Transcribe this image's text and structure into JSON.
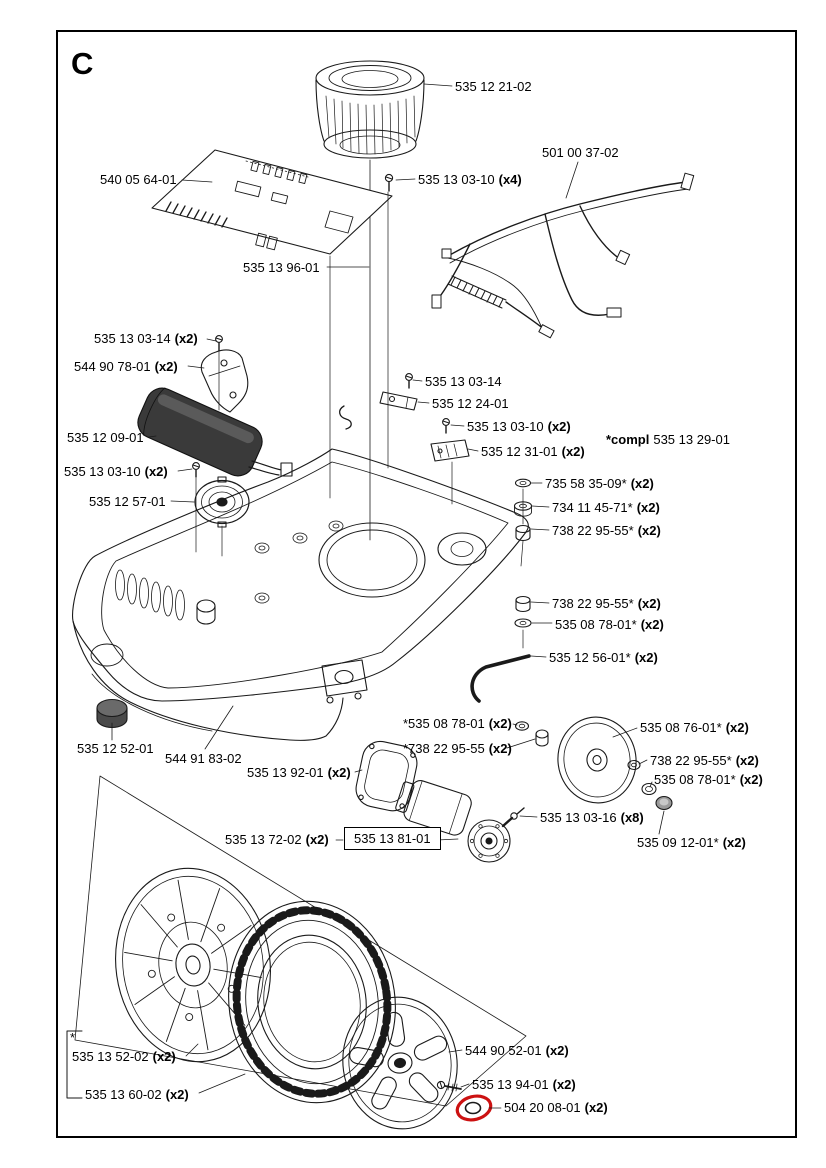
{
  "page": {
    "section_letter": "C"
  },
  "annotation": {
    "color": "#cc1111"
  },
  "labels": [
    {
      "part": "535 12 21-02"
    },
    {
      "part": "540 05 64-01"
    },
    {
      "part": "535 13 03-10",
      "qty": "(x4)"
    },
    {
      "part": "501 00 37-02"
    },
    {
      "part": "535 13 96-01"
    },
    {
      "part": "535 13 03-14",
      "qty": "(x2)"
    },
    {
      "part": "544 90 78-01",
      "qty": "(x2)"
    },
    {
      "part": "535 12 09-01"
    },
    {
      "part": "535 13 03-10",
      "qty": "(x2)"
    },
    {
      "part": "535 12 57-01"
    },
    {
      "part": "535 13 03-14"
    },
    {
      "part": "535 12 24-01"
    },
    {
      "part": "535 13 03-10",
      "qty": "(x2)"
    },
    {
      "part": "535 12 31-01",
      "qty": "(x2)"
    },
    {
      "pre": "*compl",
      "part": "535 13 29-01"
    },
    {
      "part": "735 58 35-09*",
      "qty": "(x2)"
    },
    {
      "part": "734 11 45-71*",
      "qty": "(x2)"
    },
    {
      "part": "738 22 95-55*",
      "qty": "(x2)"
    },
    {
      "part": "738 22 95-55*",
      "qty": "(x2)"
    },
    {
      "part": "535 08 78-01*",
      "qty": "(x2)"
    },
    {
      "part": "535 12 56-01*",
      "qty": "(x2)"
    },
    {
      "part": "*535 08 78-01",
      "qty": "(x2)"
    },
    {
      "part": "*738 22 95-55",
      "qty": "(x2)"
    },
    {
      "part": "535 08 76-01*",
      "qty": "(x2)"
    },
    {
      "part": "738 22 95-55*",
      "qty": "(x2)"
    },
    {
      "part": "535 08 78-01*",
      "qty": "(x2)"
    },
    {
      "part": "535 09 12-01*",
      "qty": "(x2)"
    },
    {
      "part": "535 12 52-01"
    },
    {
      "part": "544 91 83-02"
    },
    {
      "part": "535 13 92-01",
      "qty": "(x2)"
    },
    {
      "part": "535 13 72-02",
      "qty": "(x2)"
    },
    {
      "part": "535 13 81-01"
    },
    {
      "part": "535 13 03-16",
      "qty": "(x8)"
    },
    {
      "part": "535 13 52-02",
      "qty": "(x2)"
    },
    {
      "part": "535 13 60-02",
      "qty": "(x2)"
    },
    {
      "part": "544 90 52-01",
      "qty": "(x2)"
    },
    {
      "part": "535 13 94-01",
      "qty": "(x2)"
    },
    {
      "part": "504 20 08-01",
      "qty": "(x2)"
    },
    {
      "part": "*"
    }
  ]
}
